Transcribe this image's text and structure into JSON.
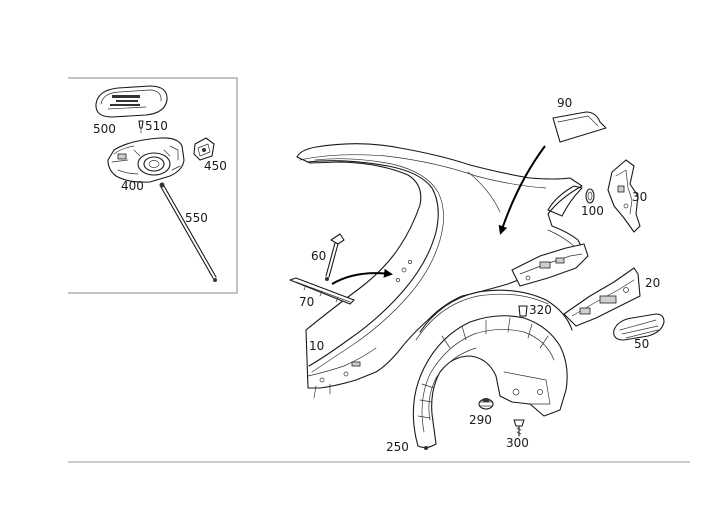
{
  "part_numbers": {
    "p500": "500",
    "p510": "510",
    "p400": "400",
    "p450": "450",
    "p550": "550",
    "p90": "90",
    "p30": "30",
    "p100": "100",
    "p60": "60",
    "p70": "70",
    "p10": "10",
    "p320": "320",
    "p20": "20",
    "p50": "50",
    "p290": "290",
    "p300": "300",
    "p250": "250"
  },
  "colors": {
    "line": "#1a1a1a",
    "frame": "#8a8a8a",
    "background": "#ffffff"
  }
}
